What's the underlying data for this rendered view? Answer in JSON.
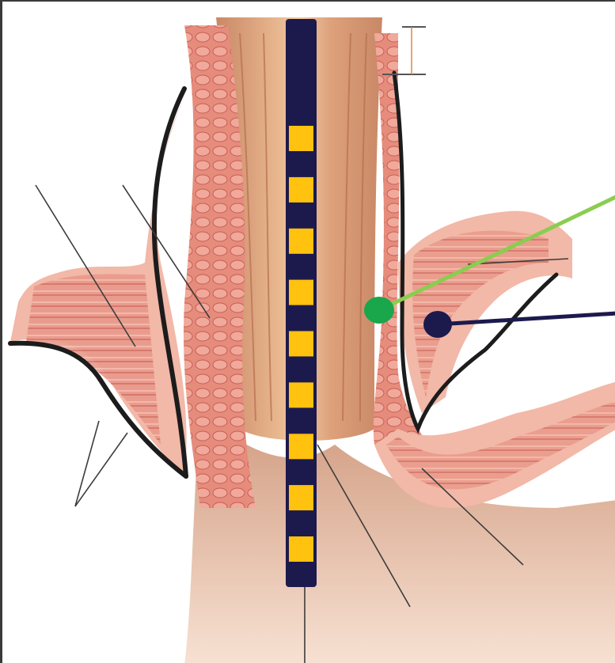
{
  "colors": {
    "background": "#ffffff",
    "frame": "#3a3a3a",
    "tissue_light": "#f3c9b4",
    "tissue_mid": "#e79a86",
    "tissue_dark": "#c9685b",
    "lumen": "#d9a07b",
    "membrane_line": "#1c1c1c",
    "leader_line": "#3c3c3c",
    "probe_body": "#1c1a4d",
    "probe_band": "#ffc20e",
    "marker_green": "#1aa64a",
    "marker_green_line": "#8acd4f",
    "marker_navy": "#1c1a4d",
    "marker_navy_line": "#1c1a4d"
  },
  "probe": {
    "band_count": 9
  },
  "markers": [
    {
      "name": "green-marker",
      "color_key": "marker_green"
    },
    {
      "name": "navy-marker",
      "color_key": "marker_navy"
    }
  ]
}
